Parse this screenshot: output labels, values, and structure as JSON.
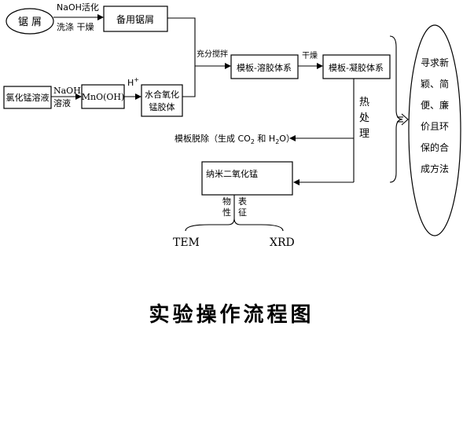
{
  "nodes": {
    "sawdust": "锯  屑",
    "spare_sawdust": "备用锯屑",
    "mncl_solution": "氯化锰溶液",
    "mnooh": "MnO(OH)",
    "hydrous_line1": "水合氧化",
    "hydrous_line2": "锰胶体",
    "template_sol": "模板-溶胶体系",
    "template_gel": "模板-凝胶体系",
    "nano_mno2": "纳米二氧化锰",
    "goal_lines": [
      "寻求新",
      "颖、简",
      "便、廉",
      "价且环",
      "保的合",
      "成方法"
    ]
  },
  "edge_labels": {
    "naoh_activate": "NaOH活化",
    "wash_dry": "洗涤 干燥",
    "naoh": "NaOH",
    "solution": "溶液",
    "h_plus": "H",
    "h_plus_sup": "+",
    "stir": "充分搅拌",
    "dry": "干燥",
    "heat_treat": [
      "热",
      "处",
      "理"
    ],
    "remove_prefix": "模板脱除（生成 CO",
    "remove_sub1": "2",
    "remove_mid": " 和 H",
    "remove_sub2": "2",
    "remove_suffix": "O）",
    "phys": [
      "物",
      "性"
    ],
    "surf": [
      "表",
      "征"
    ],
    "tem": "TEM",
    "xrd": "XRD"
  },
  "caption": "实验操作流程图"
}
